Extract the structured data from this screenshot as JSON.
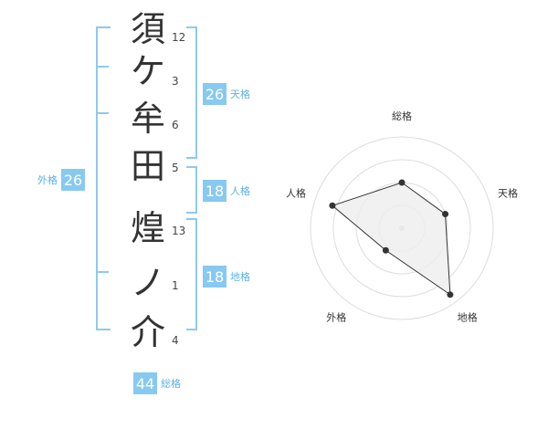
{
  "name_chars": [
    {
      "char": "須",
      "strokes": "12"
    },
    {
      "char": "ケ",
      "strokes": "3"
    },
    {
      "char": "牟",
      "strokes": "6"
    },
    {
      "char": "田",
      "strokes": "5"
    },
    {
      "char": "煌",
      "strokes": "13"
    },
    {
      "char": "ノ",
      "strokes": "1"
    },
    {
      "char": "介",
      "strokes": "4"
    }
  ],
  "tenkaku": {
    "value": "26",
    "label": "天格"
  },
  "jinkaku": {
    "value": "18",
    "label": "人格"
  },
  "chikaku": {
    "value": "18",
    "label": "地格"
  },
  "gaikaku": {
    "value": "26",
    "label": "外格"
  },
  "soukaku": {
    "value": "44",
    "label": "総格"
  },
  "chart_data": {
    "type": "radar",
    "axes": [
      "総格",
      "天格",
      "地格",
      "外格",
      "人格"
    ],
    "values": [
      0.5,
      0.5,
      0.9,
      0.3,
      0.8
    ],
    "range": [
      0,
      1
    ],
    "rings": 4,
    "colors": {
      "ring": "#dddddd",
      "fill": "#eeeeee",
      "line": "#333333",
      "point": "#333333",
      "center": "#cccccc"
    }
  }
}
